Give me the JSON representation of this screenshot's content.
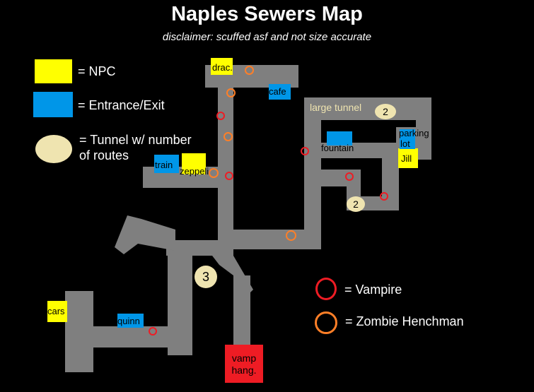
{
  "title": "Naples Sewers Map",
  "subtitle": "disclaimer: scuffed asf and not size accurate",
  "legend": {
    "npc": "= NPC",
    "entrance": "= Entrance/Exit",
    "tunnel_line1": "= Tunnel w/ number",
    "tunnel_line2": "of routes",
    "vampire": "= Vampire",
    "zombie": "= Zombie Henchman"
  },
  "npcs": {
    "drac": "drac.",
    "zeppeli": "zeppeli",
    "jill": "Jill",
    "cars": "cars"
  },
  "exits": {
    "cafe": "cafe",
    "train": "train",
    "fountain": "fountain",
    "parking_line1": "parking",
    "parking_line2": "lot",
    "quinn": "quinn"
  },
  "places": {
    "large_tunnel": "large tunnel",
    "vamp_line1": "vamp",
    "vamp_line2": "hang."
  },
  "tunnels": {
    "t1": "2",
    "t2": "2",
    "t3": "3"
  },
  "colors": {
    "background": "#000000",
    "path": "#7f7f7f",
    "npc": "#ffff00",
    "entrance": "#0096e8",
    "tunnel": "#efe4b0",
    "vampire": "#ee1c24",
    "zombie": "#ff7f27",
    "vamp_hangout": "#ee1c24"
  }
}
